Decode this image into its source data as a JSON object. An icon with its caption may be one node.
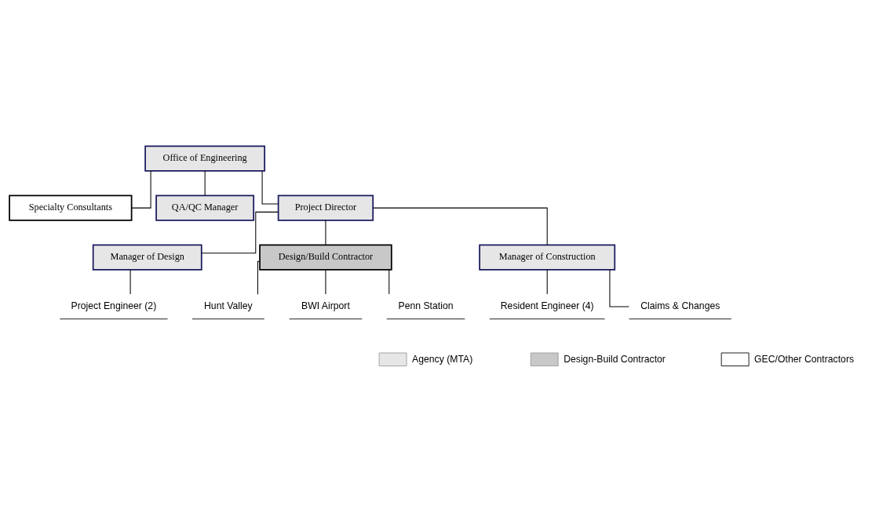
{
  "diagram": {
    "nodes": [
      {
        "text": [
          "Office of Engineering"
        ]
      },
      {
        "text": [
          "Specialty Consultants"
        ]
      },
      {
        "text": [
          "QA/QC Manager"
        ]
      },
      {
        "text": [
          "Project Director"
        ]
      },
      {
        "text": [
          "Manager of Design"
        ]
      },
      {
        "text": [
          "Design/Build Contractor"
        ]
      },
      {
        "text": [
          "Manager of Construction"
        ]
      },
      {
        "text": [
          "Project Engineer (2)"
        ]
      },
      {
        "text": [
          "Hunt Valley"
        ]
      },
      {
        "text": [
          "BWI Airport"
        ]
      },
      {
        "text": [
          "Penn Station"
        ]
      },
      {
        "text": [
          "Resident Engineer (4)"
        ]
      },
      {
        "text": [
          "Claims & Changes"
        ]
      }
    ],
    "edges": [
      {
        "from": 0,
        "to": 3,
        "arrow": "none"
      },
      {
        "from": 0,
        "to": 1,
        "arrow": "none"
      },
      {
        "from": 0,
        "to": 2,
        "arrow": "none"
      },
      {
        "from": 3,
        "to": 4,
        "arrow": "none"
      },
      {
        "from": 3,
        "to": 5,
        "arrow": "none"
      },
      {
        "from": 3,
        "to": 6,
        "arrow": "none"
      },
      {
        "from": 4,
        "to": 7,
        "arrow": "none"
      },
      {
        "from": 5,
        "to": 8,
        "arrow": "none"
      },
      {
        "from": 5,
        "to": 9,
        "arrow": "none"
      },
      {
        "from": 5,
        "to": 10,
        "arrow": "none"
      },
      {
        "from": 6,
        "to": 11,
        "arrow": "none"
      },
      {
        "from": 6,
        "to": 12,
        "arrow": "none"
      }
    ],
    "legend": [
      {
        "text": "Agency (MTA)"
      },
      {
        "text": "Design-Build Contractor"
      },
      {
        "text": "GEC/Other Contractors"
      }
    ]
  }
}
